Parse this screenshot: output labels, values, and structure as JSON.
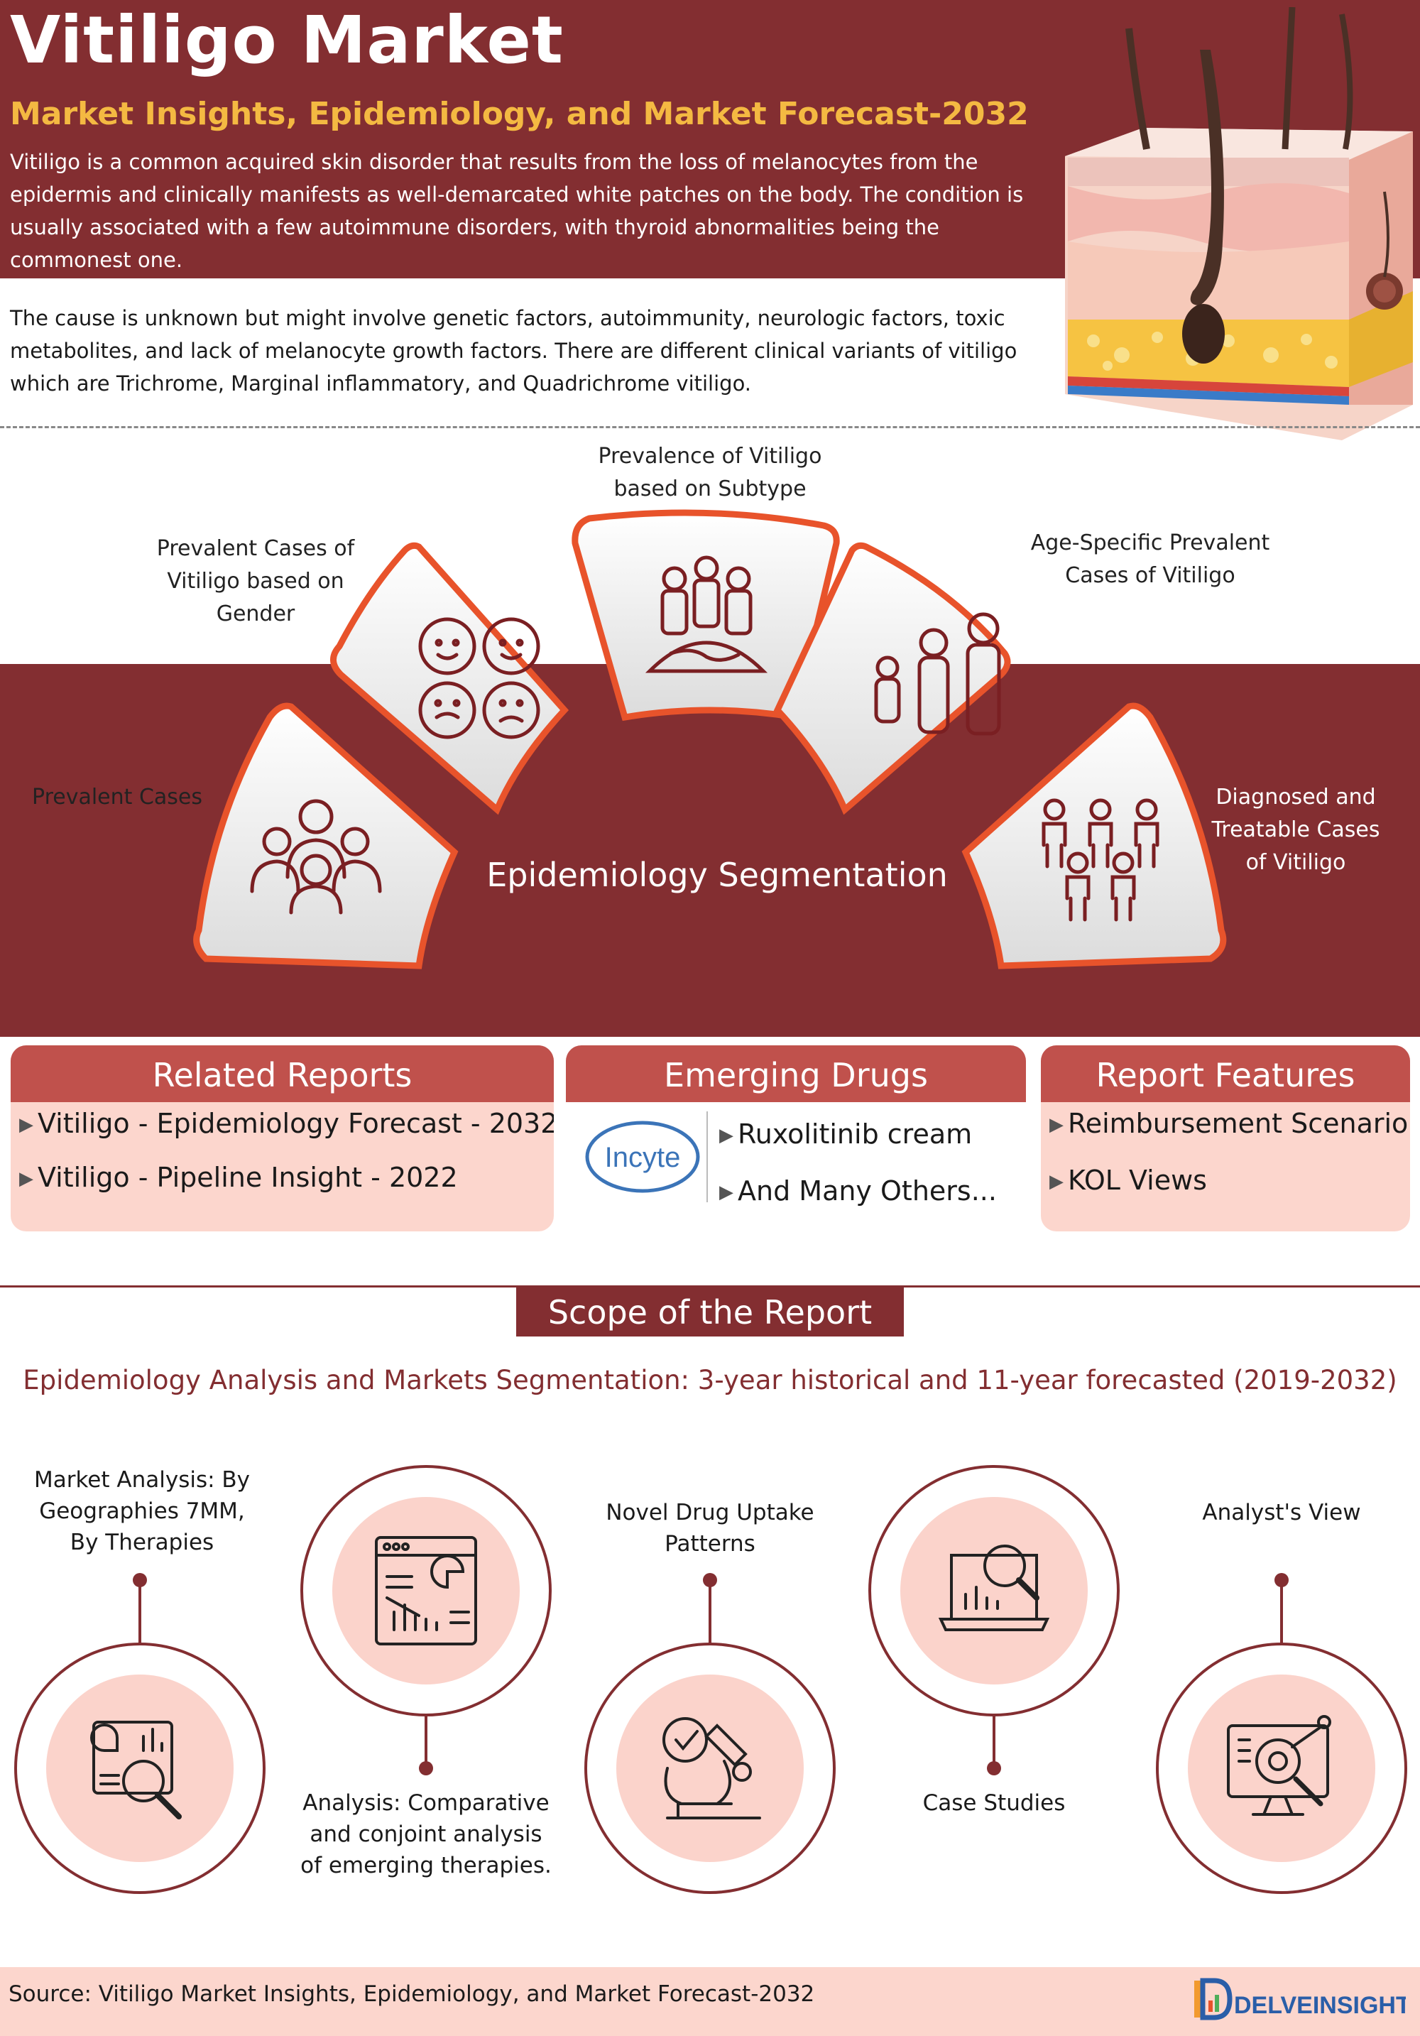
{
  "header": {
    "title": "Vitiligo Market",
    "subtitle": "Market Insights, Epidemiology, and Market Forecast-2032",
    "intro_1": "Vitiligo is a common acquired skin disorder that results from the loss of melanocytes from the epidermis and clinically manifests as well-demarcated white patches on the body. The condition is usually associated with a few autoimmune disorders, with thyroid abnormalities being the commonest one.",
    "intro_2": "The cause is unknown but might involve genetic factors, autoimmunity, neurologic factors, toxic metabolites, and lack of melanocyte growth factors. There are different clinical variants of vitiligo which are Trichrome, Marginal inflammatory, and Quadrichrome vitiligo."
  },
  "epidemiology": {
    "title": "Epidemiology Segmentation",
    "segments": [
      {
        "label": "Prevalent Cases",
        "icon": "family-group-icon"
      },
      {
        "label": "Prevalent Cases of Vitiligo based on Gender",
        "icon": "gender-faces-icon"
      },
      {
        "label": "Prevalence of Vitiligo based on Subtype",
        "icon": "people-on-globe-icon"
      },
      {
        "label": "Age-Specific Prevalent Cases of Vitiligo",
        "icon": "age-group-icon"
      },
      {
        "label": "Diagnosed and Treatable Cases of Vitiligo",
        "icon": "population-icon"
      }
    ]
  },
  "related_reports": {
    "heading": "Related Reports",
    "items": [
      "Vitiligo - Epidemiology Forecast - 2032",
      "Vitiligo - Pipeline Insight - 2022"
    ]
  },
  "emerging_drugs": {
    "heading": "Emerging Drugs",
    "company": "Incyte",
    "items": [
      "Ruxolitinib cream",
      "And Many Others..."
    ]
  },
  "report_features": {
    "heading": "Report Features",
    "items": [
      "Reimbursement Scenario",
      "KOL Views"
    ]
  },
  "scope": {
    "heading": "Scope of the Report",
    "subheading": "Epidemiology Analysis and Markets Segmentation: 3-year historical and 11-year forecasted (2019-2032)",
    "items": [
      {
        "label": "Market Analysis: By Geographies 7MM, By Therapies",
        "icon": "market-analysis-icon"
      },
      {
        "label": "Analysis: Comparative and conjoint analysis of emerging therapies.",
        "icon": "dashboard-chart-icon"
      },
      {
        "label": "Novel Drug Uptake Patterns",
        "icon": "microscope-icon"
      },
      {
        "label": "Case Studies",
        "icon": "laptop-search-icon"
      },
      {
        "label": "Analyst's View",
        "icon": "monitor-analysis-icon"
      }
    ]
  },
  "footer": {
    "source": "Source: Vitiligo Market Insights, Epidemiology, and Market Forecast-2032",
    "brand": "DELVEINSIGHT"
  },
  "colors": {
    "maroon": "#832e31",
    "gold": "#f4b942",
    "accent": "#e8532b",
    "pink": "#fcd6cd",
    "card_head": "#c0514c"
  }
}
